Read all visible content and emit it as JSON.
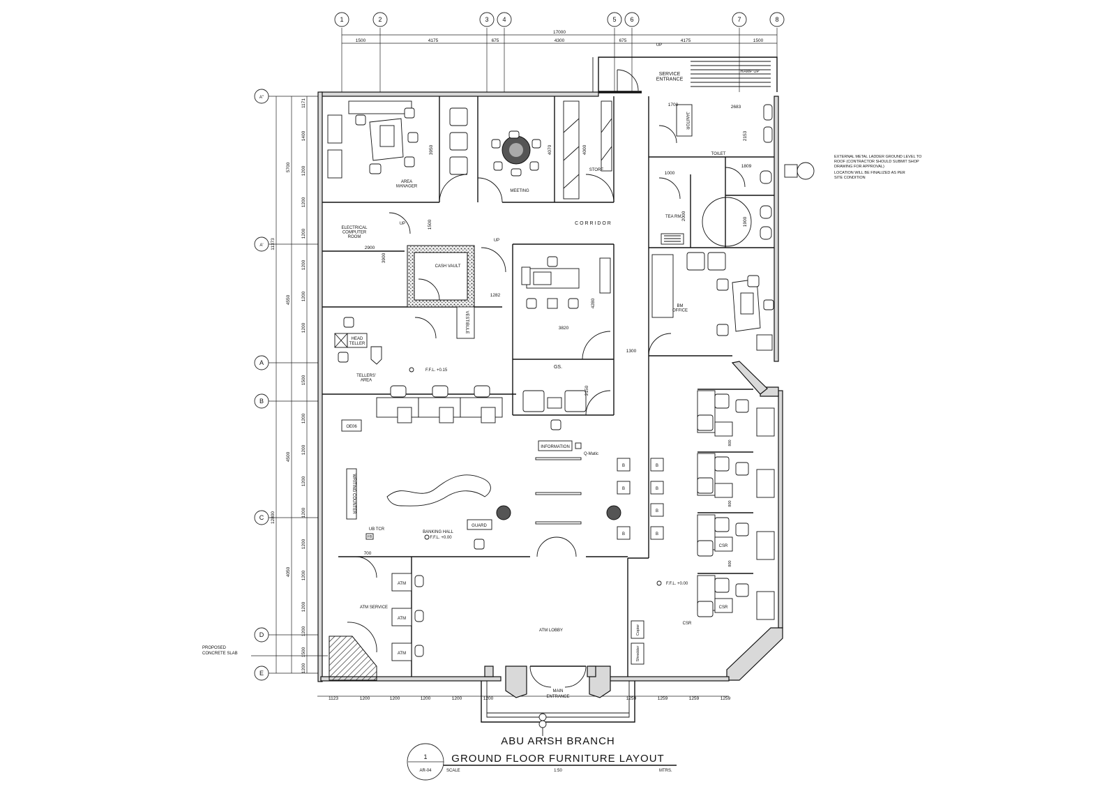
{
  "drawing": {
    "title_line1": "ABU ARISH BRANCH",
    "title_line2": "GROUND FLOOR FURNITURE LAYOUT",
    "title_number": "1",
    "sheet_ref": "AR-04",
    "scale_label": "SCALE",
    "scale_value": "1:50",
    "units": "MTRS."
  },
  "grid": {
    "columns": [
      "1",
      "2",
      "3",
      "4",
      "5",
      "6",
      "7",
      "8"
    ],
    "rows": [
      "A''",
      "A'",
      "A",
      "B",
      "C",
      "D",
      "E"
    ]
  },
  "dimensions": {
    "overall_top": "17000",
    "top": [
      "1500",
      "4175",
      "675",
      "4300",
      "675",
      "4175",
      "1500"
    ],
    "bottom": [
      "1123",
      "1200",
      "1200",
      "1200",
      "1200",
      "1200",
      "1259",
      "1259",
      "1259",
      "1259"
    ],
    "left_outer": [
      "11373",
      "12800"
    ],
    "left_mid": [
      "5700",
      "4550",
      "4500",
      "4050"
    ],
    "left_inner": [
      "1171",
      "1400",
      "1200",
      "1200",
      "1200",
      "1200",
      "1200",
      "1200",
      "1500",
      "1200",
      "1200",
      "1200",
      "1200",
      "1200",
      "1200",
      "1200",
      "1200",
      "1500",
      "1200"
    ],
    "internal": [
      "3950",
      "4070",
      "4000",
      "1700",
      "2683",
      "2153",
      "1809",
      "1900",
      "1000",
      "2000",
      "1500",
      "2900",
      "3900",
      "1282",
      "4280",
      "3820",
      "1300",
      "2150",
      "700",
      "1200",
      "800",
      "800",
      "800"
    ]
  },
  "rooms": {
    "area_manager": "AREA\nMANAGER",
    "meeting": "MEETING",
    "store": "STORE",
    "service_entrance": "SERVICE\nENTRANCE",
    "ramp_up": "RAMP UP",
    "janitor": "JANITOR",
    "toilet": "TOILET",
    "tea_room": "TEA RM.",
    "corridor": "C O R R I D O R",
    "electrical": "ELECTRICAL\nCOMPUTER\nROOM",
    "cash_vault": "CASH VAULT",
    "vestibule": "VESTIBULE",
    "head_teller": "HEAD\nTELLER",
    "tellers_area": "TELLERS'\nAREA",
    "gs": "GS.",
    "bm_office": "BM\nOFFICE",
    "information": "INFORMATION",
    "q_matic": "Q-Matic",
    "oe06": "OE06",
    "writing_counter": "WRITING COUNTER",
    "ub_tcr": "UB TCR",
    "fb": "FB",
    "banking_hall": "BANKING HALL",
    "guard": "GUARD",
    "atm_service": "ATM SERVICE",
    "atm_lobby": "ATM LOBBY",
    "atm": "ATM",
    "main_entrance": "MAIN\nENTRANCE",
    "csr": "CSR",
    "b": "B",
    "up": "UP",
    "ffl_015": "F.F.L. +0.15",
    "ffl_000": "F.F.L. +0.00",
    "proposed_slab": "PROPOSED\nCONCRETE SLAB",
    "copier": "Copier",
    "shredder": "Shredder"
  },
  "notes": {
    "ladder": "EXTERNAL METAL LADDER GROUND LEVEL TO\nROOF (CONTRACTOR SHOULD SUBMIT SHOP\nDRAWING FOR APPROVAL)\nLOCATION WILL BE FINALIZED AS PER\nSITE CONDITION"
  },
  "icons": [
    "grid-bubble",
    "door-swing",
    "chair",
    "desk",
    "round-table",
    "atm-machine",
    "wc",
    "wash-basin"
  ]
}
